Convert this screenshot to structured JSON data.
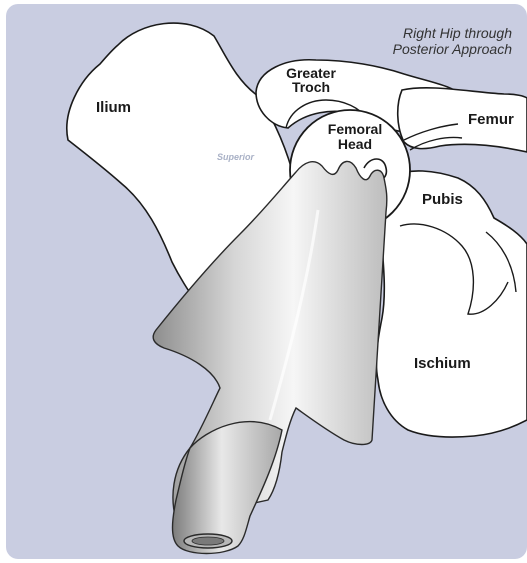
{
  "title": {
    "line1": "Right Hip through",
    "line2": "Posterior Approach"
  },
  "labels": {
    "ilium": "Ilium",
    "greater_troch_line1": "Greater",
    "greater_troch_line2": "Troch",
    "femoral_head_line1": "Femoral",
    "femoral_head_line2": "Head",
    "femur": "Femur",
    "pubis": "Pubis",
    "ischium": "Ischium",
    "superior": "Superior"
  },
  "colors": {
    "background": "#c9cde1",
    "bone_fill": "#ffffff",
    "bone_outline": "#1a1a1a",
    "instrument_light": "#f4f4f4",
    "instrument_dark": "#9a9a9a"
  }
}
